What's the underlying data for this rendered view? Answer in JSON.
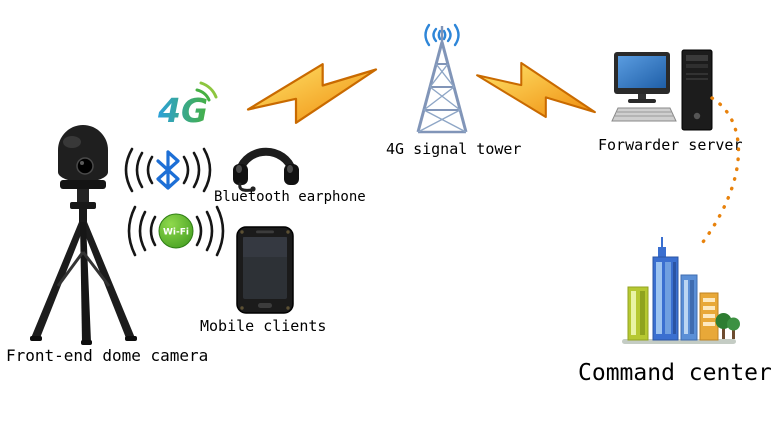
{
  "diagram": {
    "nodes": {
      "dome_camera": {
        "label": "Front-end dome camera"
      },
      "four_g": {
        "label": "4G"
      },
      "bluetooth": {
        "earphone_label": "Bluetooth earphone"
      },
      "wifi": {
        "label": "Wi-Fi"
      },
      "mobile": {
        "label": "Mobile clients"
      },
      "tower": {
        "label": "4G signal tower"
      },
      "server": {
        "label": "Forwarder server"
      },
      "command": {
        "label": "Command center"
      }
    },
    "colors": {
      "label_text": "#000000",
      "lightning_light": "#ffe56b",
      "lightning_dark": "#ef8b0c",
      "lightning_stroke": "#c96a00",
      "tower_frame_blue": "#8195b8",
      "signal_arc_blue": "#2e86d8",
      "bluetooth_blue": "#1d6fd6",
      "wifi_green": "#57b42e",
      "dotted_line_orange": "#e8820c",
      "four_g_blue": "#2ba0dd",
      "four_g_green": "#46b042",
      "building_green": "#b6c832",
      "building_blue": "#3a6fd0",
      "building_orange": "#e8a838"
    }
  }
}
